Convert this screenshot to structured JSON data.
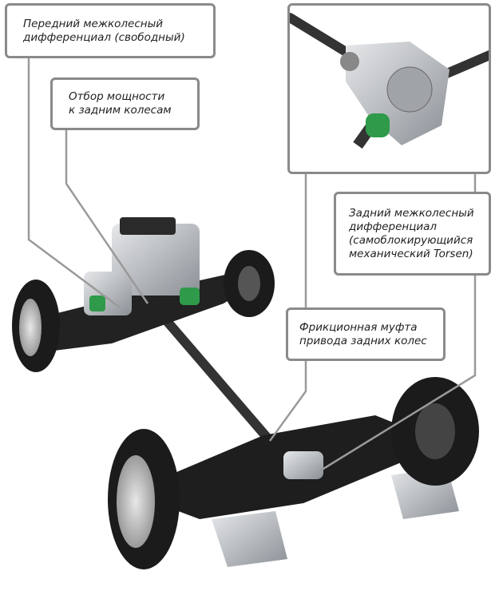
{
  "labels": {
    "front_diff": {
      "line1": "Передний межколесный",
      "line2": "дифференциал (свободный)"
    },
    "pto": {
      "line1": "Отбор мощности",
      "line2": "к задним колесам"
    },
    "rear_diff": {
      "line1": "Задний межколесный",
      "line2": "дифференциал",
      "line3": "(самоблокирующийся",
      "line4": "механический Torsen)"
    },
    "clutch": {
      "line1": "Фрикционная муфта",
      "line2": "привода задних колес"
    }
  },
  "colors": {
    "border": "#8a8a8a",
    "leader": "#9a9a9a",
    "tire": "#1b1b1b",
    "metal": "#b8bcc0",
    "accent": "#2e9a4a"
  }
}
